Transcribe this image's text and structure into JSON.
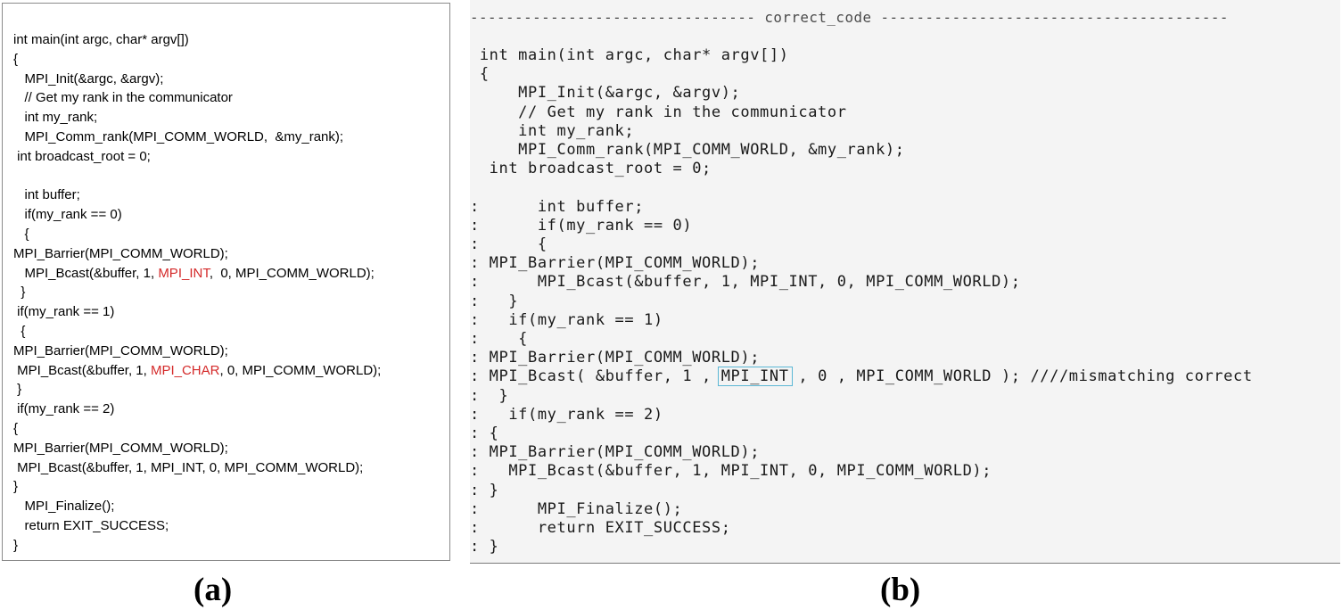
{
  "panel_a": {
    "lines": [
      {
        "parts": [
          {
            "text": "int main(int argc, char* argv[])"
          }
        ]
      },
      {
        "parts": [
          {
            "text": "{"
          }
        ]
      },
      {
        "parts": [
          {
            "text": "   MPI_Init(&argc, &argv);"
          }
        ]
      },
      {
        "parts": [
          {
            "text": "   // Get my rank in the communicator"
          }
        ]
      },
      {
        "parts": [
          {
            "text": "   int my_rank;"
          }
        ]
      },
      {
        "parts": [
          {
            "text": "   MPI_Comm_rank(MPI_COMM_WORLD,  &my_rank);"
          }
        ]
      },
      {
        "parts": [
          {
            "text": " int broadcast_root = 0;"
          }
        ]
      },
      {
        "parts": [
          {
            "text": ""
          }
        ]
      },
      {
        "parts": [
          {
            "text": "   int buffer;"
          }
        ]
      },
      {
        "parts": [
          {
            "text": "   if(my_rank == 0)"
          }
        ]
      },
      {
        "parts": [
          {
            "text": "   {"
          }
        ]
      },
      {
        "parts": [
          {
            "text": "MPI_Barrier(MPI_COMM_WORLD);"
          }
        ]
      },
      {
        "parts": [
          {
            "text": "   MPI_Bcast(&buffer, 1, "
          },
          {
            "text": "MPI_INT",
            "highlight": true
          },
          {
            "text": ",  0, MPI_COMM_WORLD);"
          }
        ]
      },
      {
        "parts": [
          {
            "text": "  }"
          }
        ]
      },
      {
        "parts": [
          {
            "text": " if(my_rank == 1)"
          }
        ]
      },
      {
        "parts": [
          {
            "text": "  {"
          }
        ]
      },
      {
        "parts": [
          {
            "text": "MPI_Barrier(MPI_COMM_WORLD);"
          }
        ]
      },
      {
        "parts": [
          {
            "text": " MPI_Bcast(&buffer, 1, "
          },
          {
            "text": "MPI_CHAR",
            "highlight": true
          },
          {
            "text": ", 0, MPI_COMM_WORLD);"
          }
        ]
      },
      {
        "parts": [
          {
            "text": " }"
          }
        ]
      },
      {
        "parts": [
          {
            "text": " if(my_rank == 2)"
          }
        ]
      },
      {
        "parts": [
          {
            "text": "{"
          }
        ]
      },
      {
        "parts": [
          {
            "text": "MPI_Barrier(MPI_COMM_WORLD);"
          }
        ]
      },
      {
        "parts": [
          {
            "text": " MPI_Bcast(&buffer, 1, MPI_INT, 0, MPI_COMM_WORLD);"
          }
        ]
      },
      {
        "parts": [
          {
            "text": "}"
          }
        ]
      },
      {
        "parts": [
          {
            "text": "   MPI_Finalize();"
          }
        ]
      },
      {
        "parts": [
          {
            "text": "   return EXIT_SUCCESS;"
          }
        ]
      },
      {
        "parts": [
          {
            "text": "}"
          }
        ]
      }
    ],
    "highlight_color": "#d42a2a"
  },
  "panel_b": {
    "header": "-------------------------------- correct_code ---------------------------------------",
    "lines": [
      {
        "parts": [
          {
            "text": " int main(int argc, char* argv[])"
          }
        ]
      },
      {
        "parts": [
          {
            "text": " {"
          }
        ]
      },
      {
        "parts": [
          {
            "text": "     MPI_Init(&argc, &argv);"
          }
        ]
      },
      {
        "parts": [
          {
            "text": "     // Get my rank in the communicator"
          }
        ]
      },
      {
        "parts": [
          {
            "text": "     int my_rank;"
          }
        ]
      },
      {
        "parts": [
          {
            "text": "     MPI_Comm_rank(MPI_COMM_WORLD, &my_rank);"
          }
        ]
      },
      {
        "parts": [
          {
            "text": "  int broadcast_root = 0;"
          }
        ]
      },
      {
        "parts": [
          {
            "text": ""
          }
        ]
      },
      {
        "parts": [
          {
            "text": ":      int buffer;"
          }
        ]
      },
      {
        "parts": [
          {
            "text": ":      if(my_rank == 0)"
          }
        ]
      },
      {
        "parts": [
          {
            "text": ":      {"
          }
        ]
      },
      {
        "parts": [
          {
            "text": ": MPI_Barrier(MPI_COMM_WORLD);"
          }
        ]
      },
      {
        "parts": [
          {
            "text": ":      MPI_Bcast(&buffer, 1, MPI_INT, 0, MPI_COMM_WORLD);"
          }
        ]
      },
      {
        "parts": [
          {
            "text": ":   }"
          }
        ]
      },
      {
        "parts": [
          {
            "text": ":   if(my_rank == 1)"
          }
        ]
      },
      {
        "parts": [
          {
            "text": ":    {"
          }
        ]
      },
      {
        "parts": [
          {
            "text": ": MPI_Barrier(MPI_COMM_WORLD);"
          }
        ]
      },
      {
        "parts": [
          {
            "text": ": MPI_Bcast( &buffer, 1 , "
          },
          {
            "text": "MPI_INT",
            "boxed": true
          },
          {
            "text": " , 0 , MPI_COMM_WORLD ); ////mismatching correct"
          }
        ]
      },
      {
        "parts": [
          {
            "text": ":  }"
          }
        ]
      },
      {
        "parts": [
          {
            "text": ":   if(my_rank == 2)"
          }
        ]
      },
      {
        "parts": [
          {
            "text": ": {"
          }
        ]
      },
      {
        "parts": [
          {
            "text": ": MPI_Barrier(MPI_COMM_WORLD);"
          }
        ]
      },
      {
        "parts": [
          {
            "text": ":   MPI_Bcast(&buffer, 1, MPI_INT, 0, MPI_COMM_WORLD);"
          }
        ]
      },
      {
        "parts": [
          {
            "text": ": }"
          }
        ]
      },
      {
        "parts": [
          {
            "text": ":      MPI_Finalize();"
          }
        ]
      },
      {
        "parts": [
          {
            "text": ":      return EXIT_SUCCESS;"
          }
        ]
      },
      {
        "parts": [
          {
            "text": ": }"
          }
        ]
      }
    ],
    "box_color": "#5bb7d5"
  },
  "captions": {
    "a": "(a)",
    "b": "(b)"
  }
}
